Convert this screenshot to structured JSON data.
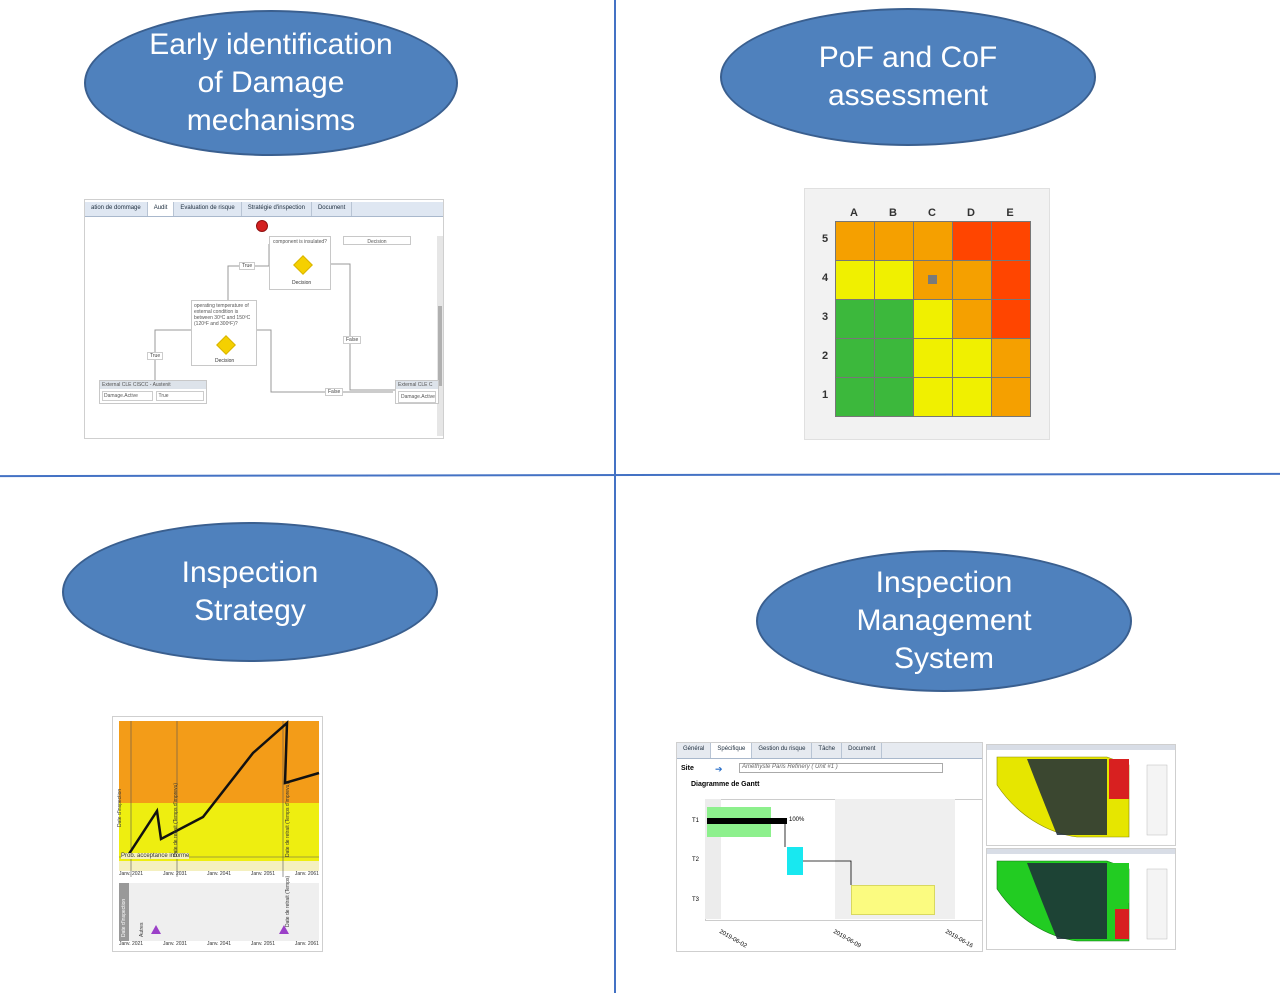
{
  "quadrants": [
    {
      "title": "Early identification\nof Damage\nmechanisms"
    },
    {
      "title": "PoF and CoF\nassessment"
    },
    {
      "title": "Inspection\nStrategy"
    },
    {
      "title": "Inspection\nManagement\nSystem"
    }
  ],
  "flow": {
    "tabs": [
      "ation de dommage",
      "Audit",
      "Evaluation de risque",
      "Stratégie d'inspection",
      "Document"
    ],
    "node_top": "component is insulated?",
    "node_top_right": "Decision",
    "decision_label": "Decision",
    "node_mid": "operating temperature of external condition is between 30ºC and 150ºC (120ºF and 300ºF)?",
    "decision_label_2": "Decision",
    "true_1": "True",
    "true_2": "True",
    "false_1": "False",
    "false_2": "False",
    "table_left_header": "External CLE CISCC - Austenit",
    "table_left_cell1": "Damage.Active",
    "table_left_cell2": "True",
    "table_right_header": "External CLE C",
    "table_right_cell": "Damage.Active"
  },
  "chart_data": {
    "type": "heatmap",
    "columns": [
      "A",
      "B",
      "C",
      "D",
      "E"
    ],
    "rows": [
      "5",
      "4",
      "3",
      "2",
      "1"
    ],
    "colors": [
      [
        "#f5a000",
        "#f5a000",
        "#f5a000",
        "#ff4500",
        "#ff4500"
      ],
      [
        "#f0f000",
        "#f0f000",
        "#f5a000",
        "#f5a000",
        "#ff4500"
      ],
      [
        "#3cb83c",
        "#3cb83c",
        "#f0f000",
        "#f5a000",
        "#ff4500"
      ],
      [
        "#3cb83c",
        "#3cb83c",
        "#f0f000",
        "#f0f000",
        "#f5a000"
      ],
      [
        "#3cb83c",
        "#3cb83c",
        "#f0f000",
        "#f0f000",
        "#f5a000"
      ]
    ],
    "marker": {
      "column": "C",
      "row": "4"
    }
  },
  "strategy": {
    "ticks": [
      "Janv. 2021",
      "Janv. 2031",
      "Janv. 2041",
      "Janv. 2051",
      "Janv. 2061"
    ],
    "ticks2": [
      "Janv. 2021",
      "Janv. 2031",
      "Janv. 2041",
      "Janv. 2051",
      "Janv. 2061"
    ],
    "label_line": "Prob. acceptance informe",
    "vlabel1": "Date d'inspection",
    "vlabel2": "Date de retrait (Temps d'imprevu)",
    "vlabel3": "Date de retrait (Temps d'imprevu)",
    "vlabel4": "Autres",
    "vlabel5": "Date de retrait (Temps)",
    "side_label": "Date d'inspection"
  },
  "ims": {
    "tabs": [
      "Général",
      "Spécifique",
      "Gestion du risque",
      "Tâche",
      "Document"
    ],
    "site_label": "Site",
    "site_value": "Améthyste  Paris Refinery  ( Unit #1 )",
    "gantt_title": "Diagramme de Gantt",
    "rows": [
      "T1",
      "T2",
      "T3"
    ],
    "percent": "100%",
    "dates": [
      "2019-06-02",
      "2019-06-09",
      "2019-06-16"
    ]
  }
}
